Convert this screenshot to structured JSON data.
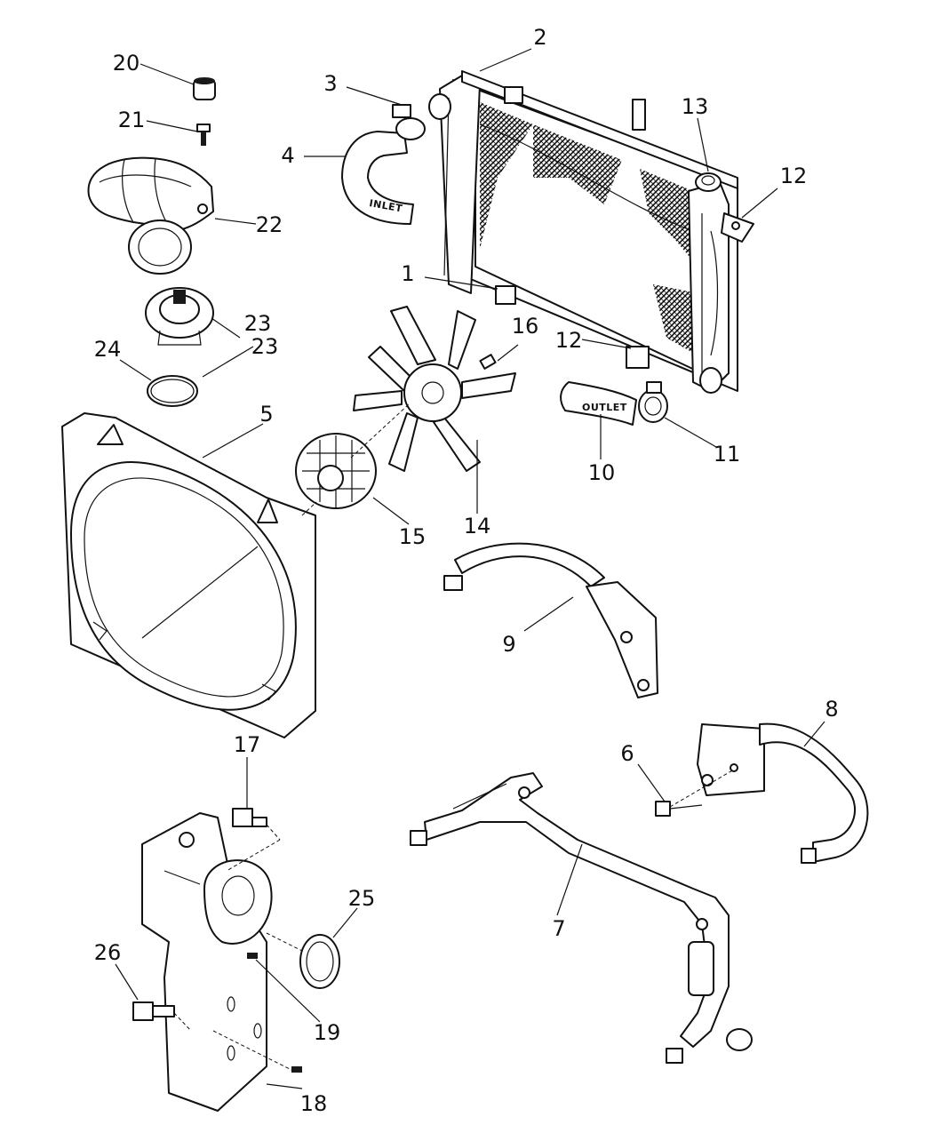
{
  "colors": {
    "ink": "#111111",
    "paper": "#ffffff"
  },
  "stamps": {
    "inlet": "INLET",
    "outlet": "OUTLET"
  },
  "callouts": [
    {
      "id": "c1",
      "number": "1"
    },
    {
      "id": "c2",
      "number": "2"
    },
    {
      "id": "c3",
      "number": "3"
    },
    {
      "id": "c4",
      "number": "4"
    },
    {
      "id": "c5",
      "number": "5"
    },
    {
      "id": "c6",
      "number": "6"
    },
    {
      "id": "c7",
      "number": "7"
    },
    {
      "id": "c8",
      "number": "8"
    },
    {
      "id": "c9",
      "number": "9"
    },
    {
      "id": "c10",
      "number": "10"
    },
    {
      "id": "c11",
      "number": "11"
    },
    {
      "id": "c12a",
      "number": "12"
    },
    {
      "id": "c12b",
      "number": "12"
    },
    {
      "id": "c13",
      "number": "13"
    },
    {
      "id": "c14",
      "number": "14"
    },
    {
      "id": "c15",
      "number": "15"
    },
    {
      "id": "c16",
      "number": "16"
    },
    {
      "id": "c17",
      "number": "17"
    },
    {
      "id": "c18",
      "number": "18"
    },
    {
      "id": "c19",
      "number": "19"
    },
    {
      "id": "c20",
      "number": "20"
    },
    {
      "id": "c21",
      "number": "21"
    },
    {
      "id": "c22",
      "number": "22"
    },
    {
      "id": "c23a",
      "number": "23"
    },
    {
      "id": "c23b",
      "number": "23"
    },
    {
      "id": "c24",
      "number": "24"
    },
    {
      "id": "c25",
      "number": "25"
    },
    {
      "id": "c26",
      "number": "26"
    }
  ]
}
